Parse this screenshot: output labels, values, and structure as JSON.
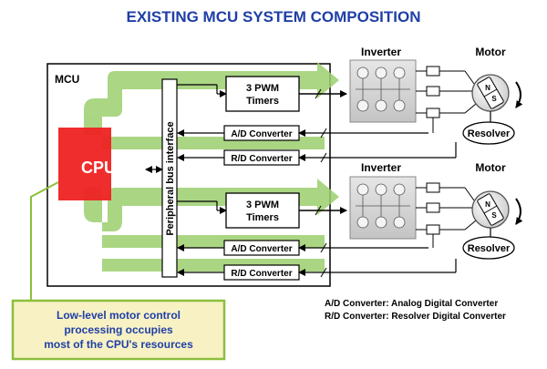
{
  "title": "EXISTING MCU SYSTEM COMPOSITION",
  "mcu_label": "MCU",
  "cpu_label": "CPU",
  "bus_label": "Peripheral bus interface",
  "channels": [
    {
      "pwm_line1": "3 PWM",
      "pwm_line2": "Timers",
      "ad_label": "A/D Converter",
      "rd_label": "R/D Converter",
      "inverter_label": "Inverter",
      "motor_label": "Motor",
      "resolver_label": "Resolver",
      "motor_n": "N",
      "motor_s": "S"
    },
    {
      "pwm_line1": "3 PWM",
      "pwm_line2": "Timers",
      "ad_label": "A/D Converter",
      "rd_label": "R/D Converter",
      "inverter_label": "Inverter",
      "motor_label": "Motor",
      "resolver_label": "Resolver",
      "motor_n": "N",
      "motor_s": "S"
    }
  ],
  "callout": {
    "line1": "Low-level motor control",
    "line2": "processing occupies",
    "line3": "most of the CPU's resources"
  },
  "legend": {
    "ad": "A/D Converter: Analog Digital Converter",
    "rd": "R/D Converter: Resolver Digital Converter"
  },
  "colors": {
    "title": "#1f3fa6",
    "cpu_red": "#ee2222",
    "green_band": "#9ccf6e",
    "callout_fill": "#f7f1c4",
    "callout_border": "#8cbf3c"
  }
}
